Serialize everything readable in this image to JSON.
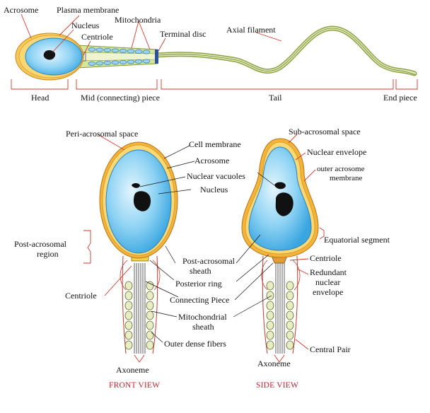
{
  "top": {
    "acrosome": "Acrosome",
    "plasma_membrane": "Plasma membrane",
    "nucleus": "Nucleus",
    "centriole": "Centriole",
    "mitochondria": "Mitochondria",
    "terminal_disc": "Terminal disc",
    "axial_filament": "Axial filament",
    "head": "Head",
    "mid_piece": "Mid (connecting) piece",
    "tail": "Tail",
    "end_piece": "End piece"
  },
  "front": {
    "peri_acrosomal_space": "Peri-acrosomal space",
    "cell_membrane": "Cell membrane",
    "acrosome": "Acrosome",
    "nuclear_vacuoles": "Nuclear vacuoles",
    "nucleus": "Nucleus",
    "post_acrosomal_region_1": "Post-acrosomal",
    "post_acrosomal_region_2": "region",
    "post_acrosomal_sheath_1": "Post-acrosomal",
    "post_acrosomal_sheath_2": "sheath",
    "posterior_ring": "Posterior ring",
    "centriole": "Centriole",
    "connecting_piece": "Connecting Piece",
    "mitochondrial_sheath_1": "Mitochondrial",
    "mitochondrial_sheath_2": "sheath",
    "outer_dense_fibers": "Outer dense fibers",
    "axoneme": "Axoneme",
    "view_title": "FRONT VIEW"
  },
  "side": {
    "sub_acrosomal_space": "Sub-acrosomal space",
    "nuclear_envelope": "Nuclear envelope",
    "outer_acrosome_membrane_1": "outer acrosome",
    "outer_acrosome_membrane_2": "membrane",
    "equatorial_segment": "Equatorial segment",
    "centriole": "Centriole",
    "redundant_nuclear_envelope_1": "Redundant",
    "redundant_nuclear_envelope_2": "nuclear",
    "redundant_nuclear_envelope_3": "envelope",
    "central_pair": "Central Pair",
    "axoneme": "Axoneme",
    "view_title": "SIDE VIEW"
  },
  "colors": {
    "nucleus_blue": "#4fb8ea",
    "nucleus_light": "#d8f1fc",
    "acrosome_orange": "#f0a82a",
    "acrosome_yellow": "#f9d35a",
    "tail_green": "#c9d98a",
    "leader_red": "#d23a2f",
    "view_red": "#c0262d"
  }
}
